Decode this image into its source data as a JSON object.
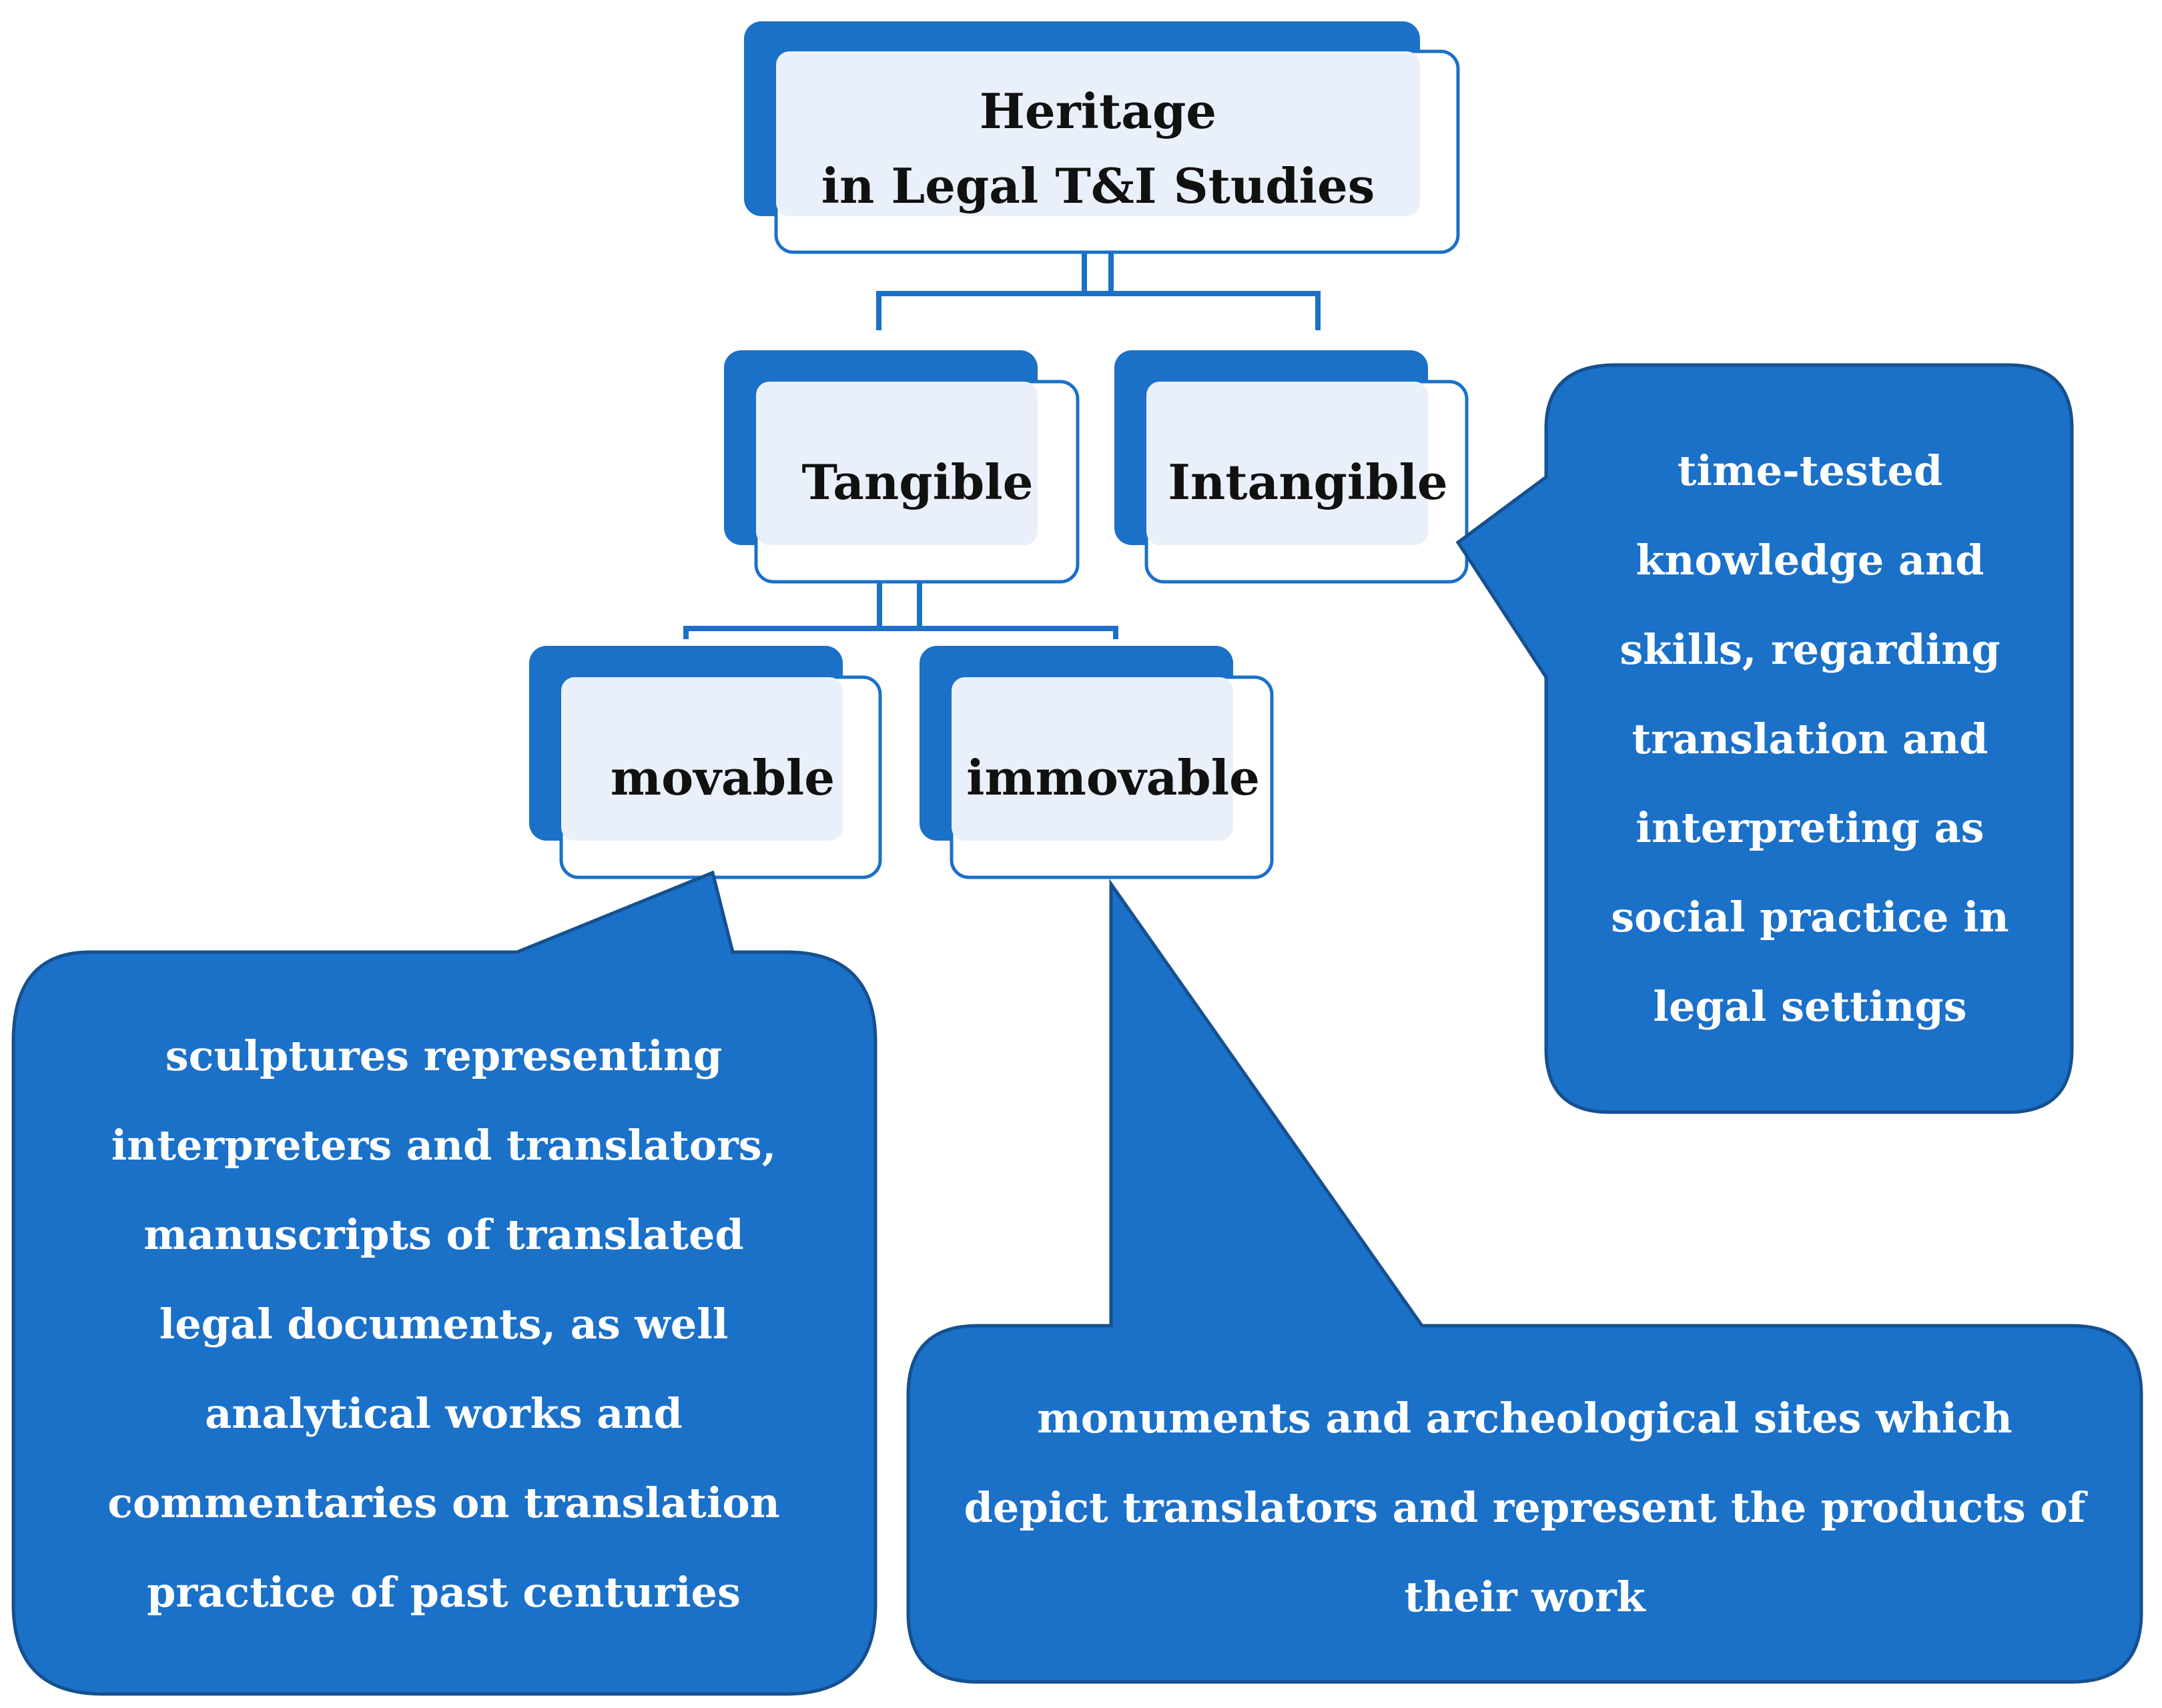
{
  "colors": {
    "primary": "#1B70C8",
    "box_fill": "#ffffff",
    "box_inner": "#EAF0FA",
    "label_text": "#111111",
    "callout_text": "#ffffff"
  },
  "nodes": {
    "root": {
      "line1": "Heritage",
      "line2": "in Legal T&I Studies"
    },
    "tangible": "Tangible",
    "intangible": "Intangible",
    "movable": "movable",
    "immovable": "immovable"
  },
  "callouts": {
    "intangible": "time-tested knowledge and skills, regarding translation and interpreting    as social practice in legal settings",
    "movable": "sculptures    representing interpreters and translators, manuscripts of translated legal documents, as well analytical works and commentaries on translation practice of past centuries",
    "immovable": "monuments and archeological sites which depict translators and represent the products of their work"
  }
}
